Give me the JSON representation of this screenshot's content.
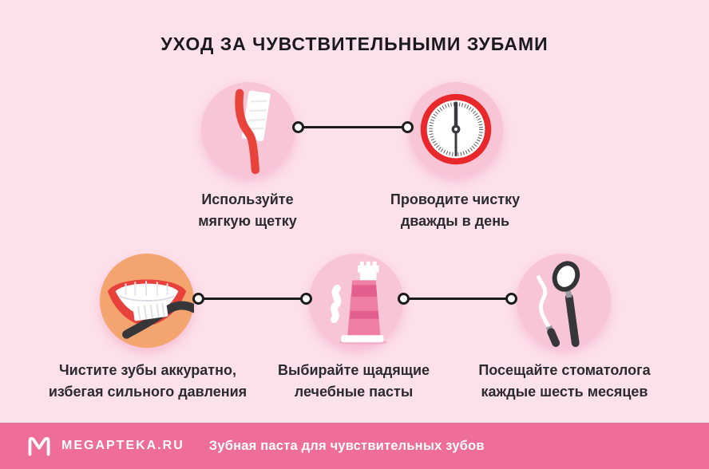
{
  "title": "УХОД ЗА ЧУВСТВИТЕЛЬНЫМИ ЗУБАМИ",
  "steps": [
    {
      "icon": "toothbrush-icon",
      "label_line1": "Используйте",
      "label_line2": "мягкую щетку"
    },
    {
      "icon": "clock-icon",
      "label_line1": "Проводите чистку",
      "label_line2": "дважды в день"
    },
    {
      "icon": "smile-toothbrush-icon",
      "label_line1": "Чистите зубы аккуратно,",
      "label_line2": "избегая сильного давления"
    },
    {
      "icon": "toothpaste-tube-icon",
      "label_line1": "Выбирайте щадящие",
      "label_line2": "лечебные пасты"
    },
    {
      "icon": "dental-instruments-icon",
      "label_line1": "Посещайте стоматолога",
      "label_line2": "каждые шесть месяцев"
    }
  ],
  "footer": {
    "brand": "MEGAPTEKA.RU",
    "tagline": "Зубная паста для чувствительных зубов"
  },
  "colors": {
    "background": "#FCE0EA",
    "icon_circle_pink": "#F8C5D7",
    "icon_circle_orange": "#F4A46F",
    "accent_red": "#E8352E",
    "footer_background": "#EE6E99",
    "connector_black": "#1B1B1B",
    "text": "#2B2B2E",
    "footer_text": "#FFFFFF"
  }
}
